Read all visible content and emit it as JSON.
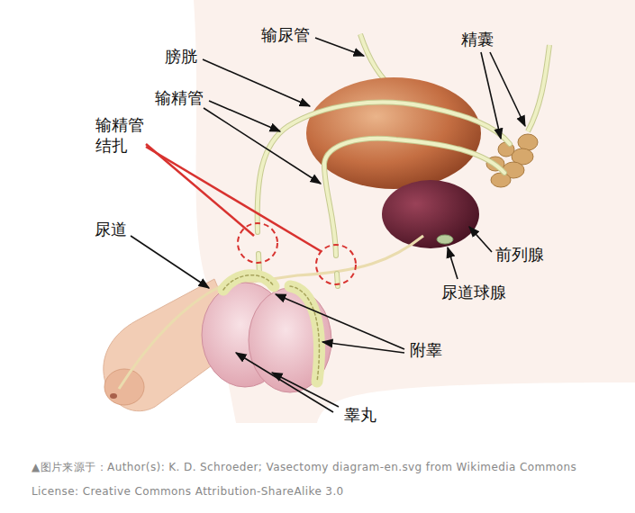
{
  "diagram": {
    "caption": "▲图片来源于：Author(s): K. D. Schroeder; Vasectomy diagram-en.svg from Wikimedia Commons License: Creative Commons Attribution-ShareAlike 3.0",
    "labels": [
      "输尿管",
      "精囊",
      "膀胱",
      "输精管",
      "输精管 结扎",
      "尿道",
      "前列腺",
      "尿道球腺",
      "附睾",
      "睾丸"
    ]
  }
}
